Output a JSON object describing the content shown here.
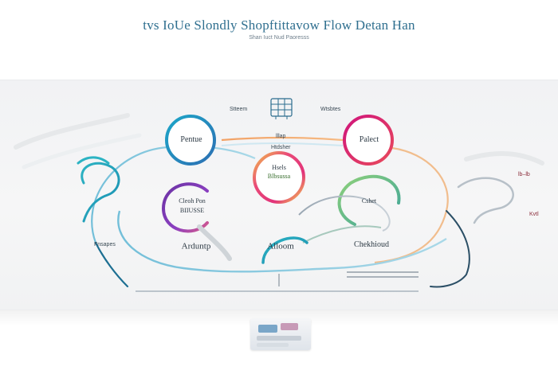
{
  "header": {
    "title": "tvs IoUe Slondly Shopftittavow Flow Detan Han",
    "subtitle": "Shan Iuct Nud Paoresss"
  },
  "diagram": {
    "top_labels": {
      "left": "Stteem",
      "right": "Wtsbtes"
    },
    "center_label": {
      "line1": "lllap",
      "line2": "Htdsher"
    },
    "nodes": {
      "pentue": "Pentue",
      "palect": "Palect",
      "center_line1": "Hsels",
      "center_line2": "Blbsussa",
      "left_line1": "Cleoh Pon",
      "left_line2": "BIIUSSE",
      "right": "Cshet"
    },
    "bottom_labels": {
      "arduntip": "Arduntp",
      "alloom": "Alloom",
      "chekmod": "Chekhioud"
    },
    "side_labels": {
      "left": "Fnsapes",
      "right_top": "lb–lb",
      "right_bottom": "Kvtl"
    },
    "colors": {
      "teal": "#1fa6b7",
      "blue": "#2b89cf",
      "purple": "#6a33a3",
      "pink": "#e02e74",
      "magenta": "#d0157c",
      "yellow": "#f3c53b",
      "green": "#8fd17a",
      "orange": "#f2a266",
      "light_blue": "#87c5df",
      "gray": "#9aa7b3"
    },
    "icons": {
      "top_icon": "cart-grid-icon"
    }
  }
}
